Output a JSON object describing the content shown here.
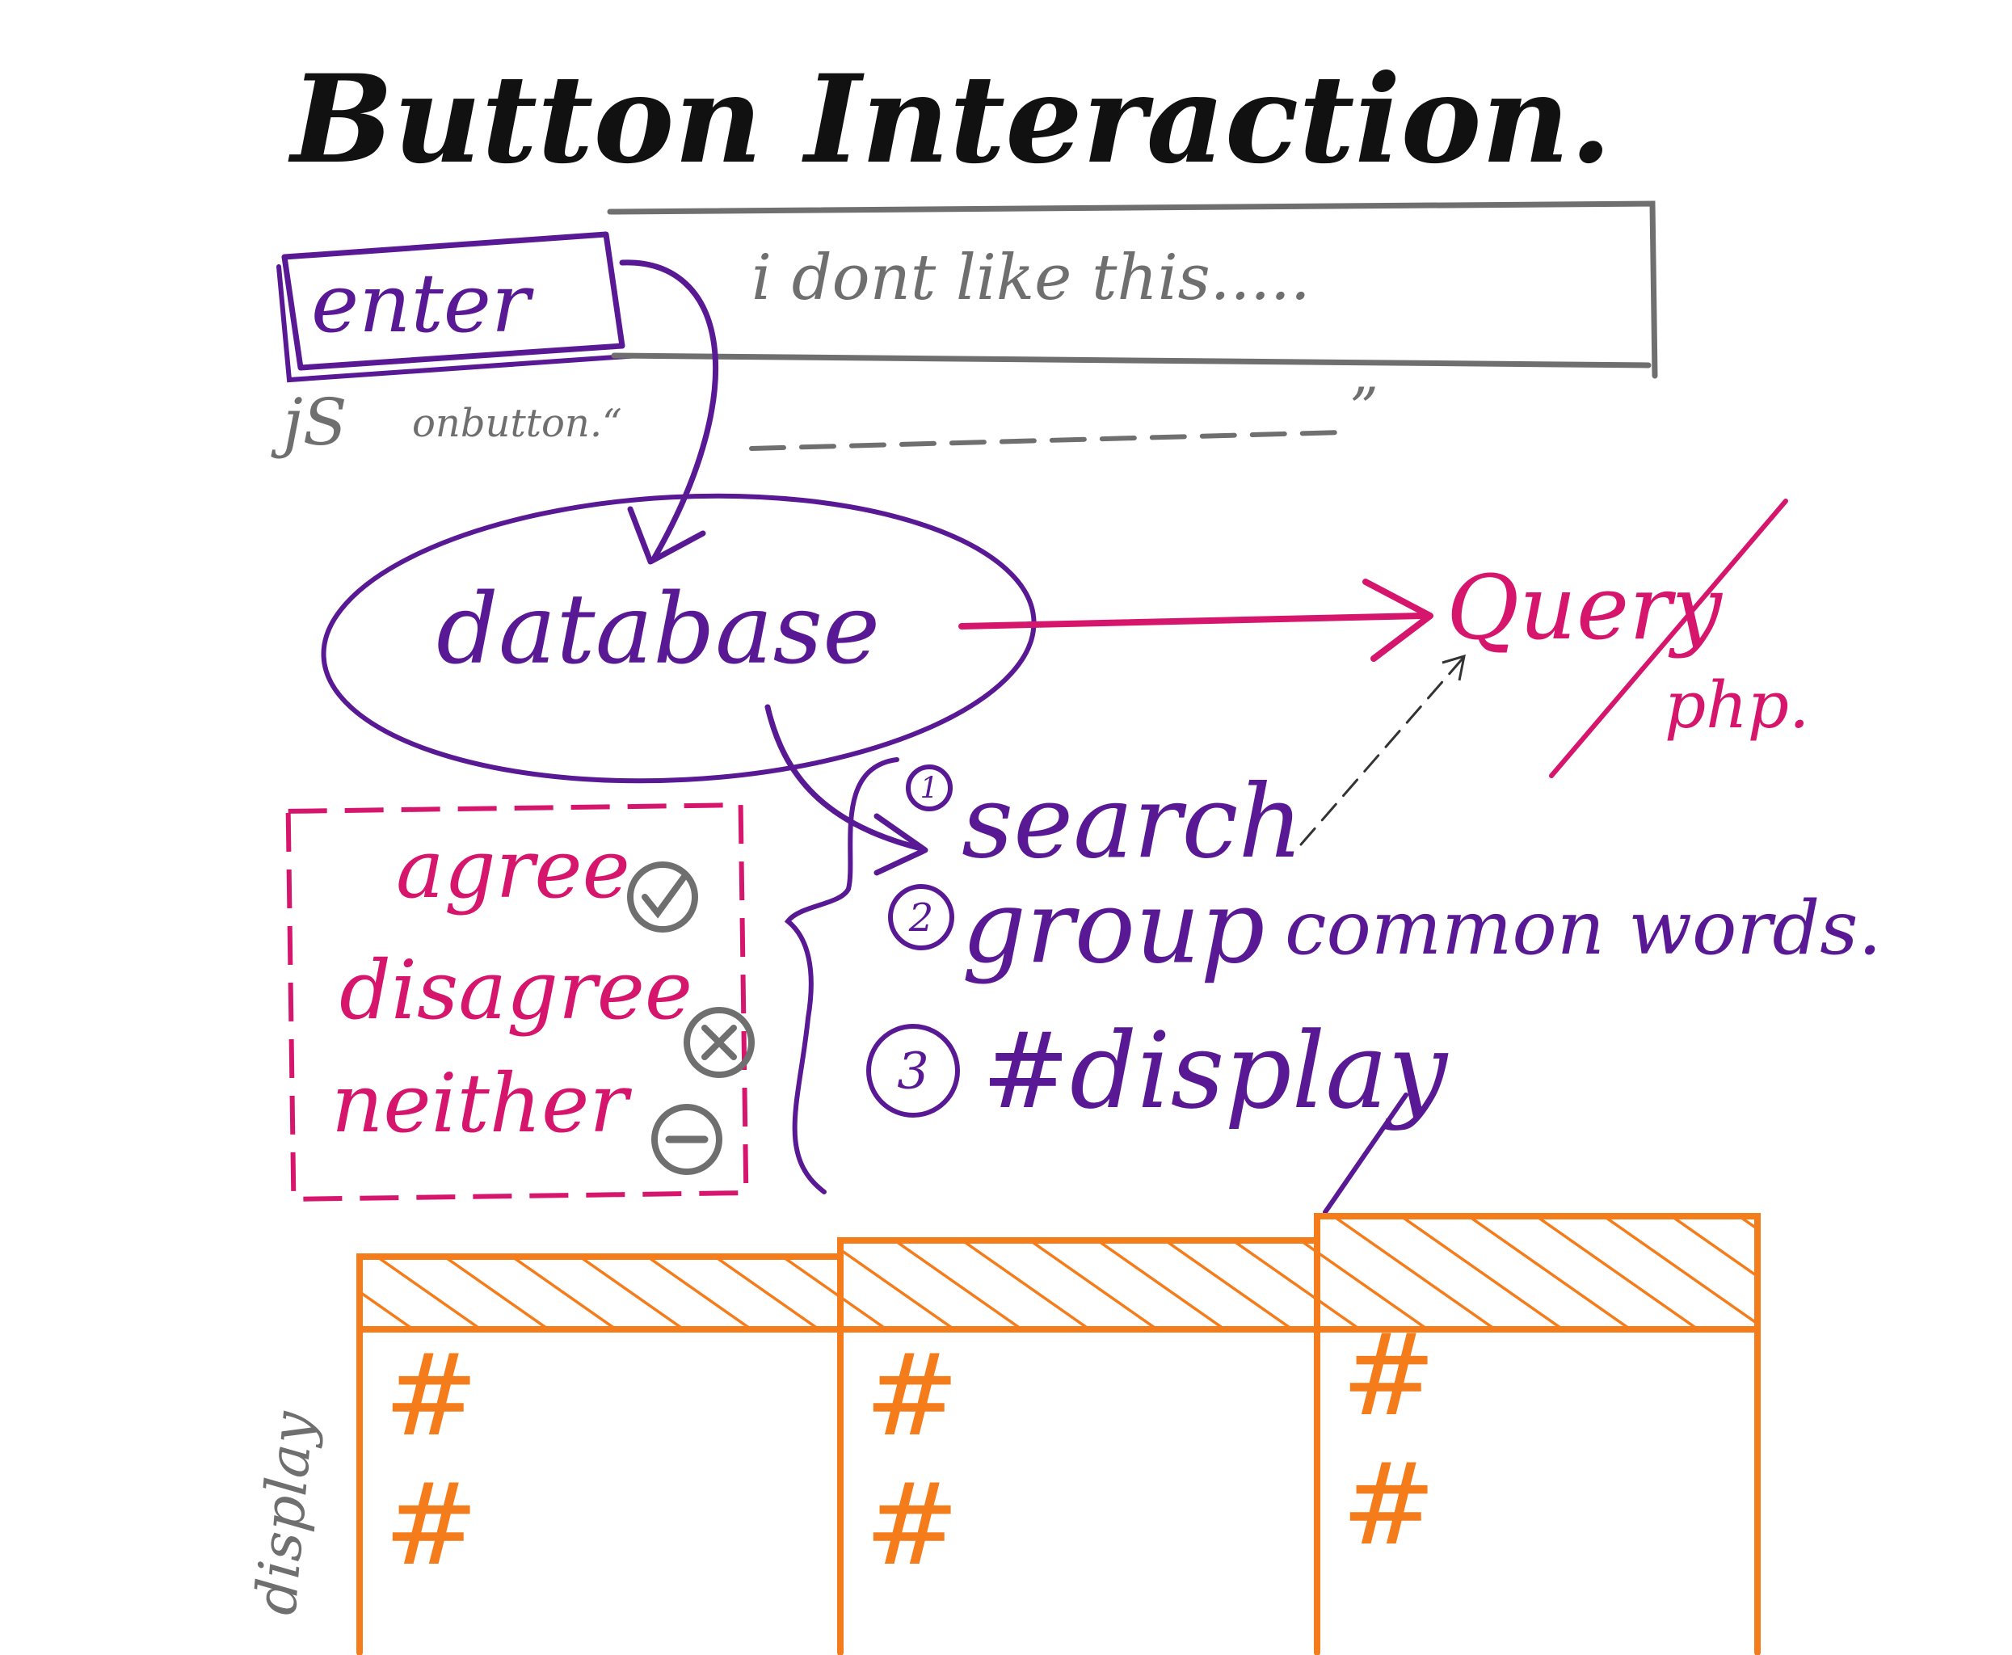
{
  "title": "Button Interaction.",
  "enter_button": {
    "label": "enter"
  },
  "input_box": {
    "placeholder": "i dont like this....."
  },
  "js_note": {
    "prefix": "jS",
    "text": "onbutton.“",
    "close_quote": "”"
  },
  "database": {
    "label": "database"
  },
  "query_node": {
    "query": "Query",
    "php": "php."
  },
  "choices": [
    {
      "label": "agree",
      "icon": "check-circle-icon"
    },
    {
      "label": "disagree",
      "icon": "x-circle-icon"
    },
    {
      "label": "neither",
      "icon": "minus-circle-icon"
    }
  ],
  "steps": [
    {
      "number": "1",
      "text": "search"
    },
    {
      "number": "2",
      "text": "group",
      "extra": "common words."
    },
    {
      "number": "3",
      "text": "#display"
    }
  ],
  "display_grid": {
    "side_label": "display",
    "columns": [
      {
        "cells": [
          "#",
          "#"
        ]
      },
      {
        "cells": [
          "#",
          "#"
        ]
      },
      {
        "cells": [
          "#",
          "#"
        ]
      }
    ]
  },
  "colors": {
    "ink": "#111111",
    "gray": "#6f6f6f",
    "purple": "#5a1994",
    "magenta": "#d6156d",
    "orange": "#f47c1b"
  }
}
